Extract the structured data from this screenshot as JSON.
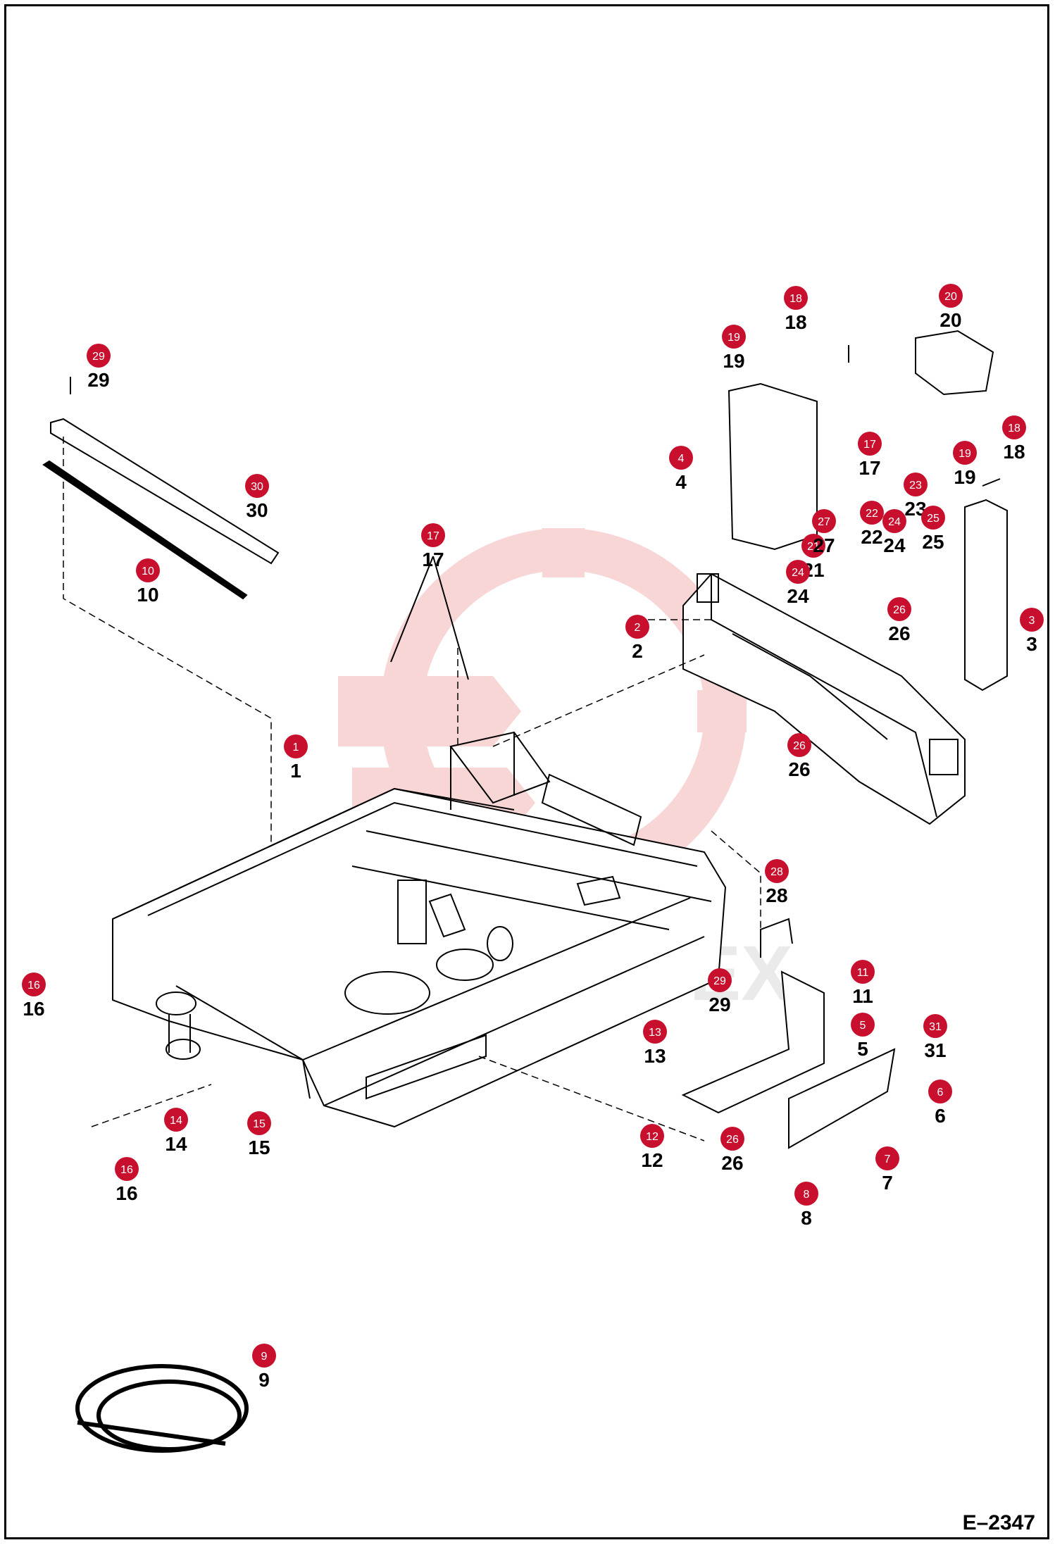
{
  "drawing_id": "E–2347",
  "watermark_text": "MOTEX",
  "colors": {
    "badge": "#c8102e",
    "badge_text": "#ffffff",
    "line": "#000000",
    "watermark": "#f3b5b5"
  },
  "callouts": [
    {
      "label": "1"
    },
    {
      "label": "2"
    },
    {
      "label": "3"
    },
    {
      "label": "4"
    },
    {
      "label": "5"
    },
    {
      "label": "6"
    },
    {
      "label": "7"
    },
    {
      "label": "8"
    },
    {
      "label": "9"
    },
    {
      "label": "10"
    },
    {
      "label": "11"
    },
    {
      "label": "12"
    },
    {
      "label": "13"
    },
    {
      "label": "14"
    },
    {
      "label": "15"
    },
    {
      "label": "16"
    },
    {
      "label": "16"
    },
    {
      "label": "17"
    },
    {
      "label": "17"
    },
    {
      "label": "18"
    },
    {
      "label": "18"
    },
    {
      "label": "19"
    },
    {
      "label": "19"
    },
    {
      "label": "20"
    },
    {
      "label": "21"
    },
    {
      "label": "22"
    },
    {
      "label": "23"
    },
    {
      "label": "24"
    },
    {
      "label": "24"
    },
    {
      "label": "25"
    },
    {
      "label": "26"
    },
    {
      "label": "26"
    },
    {
      "label": "26"
    },
    {
      "label": "27"
    },
    {
      "label": "28"
    },
    {
      "label": "29"
    },
    {
      "label": "29"
    },
    {
      "label": "30"
    },
    {
      "label": "31"
    }
  ]
}
